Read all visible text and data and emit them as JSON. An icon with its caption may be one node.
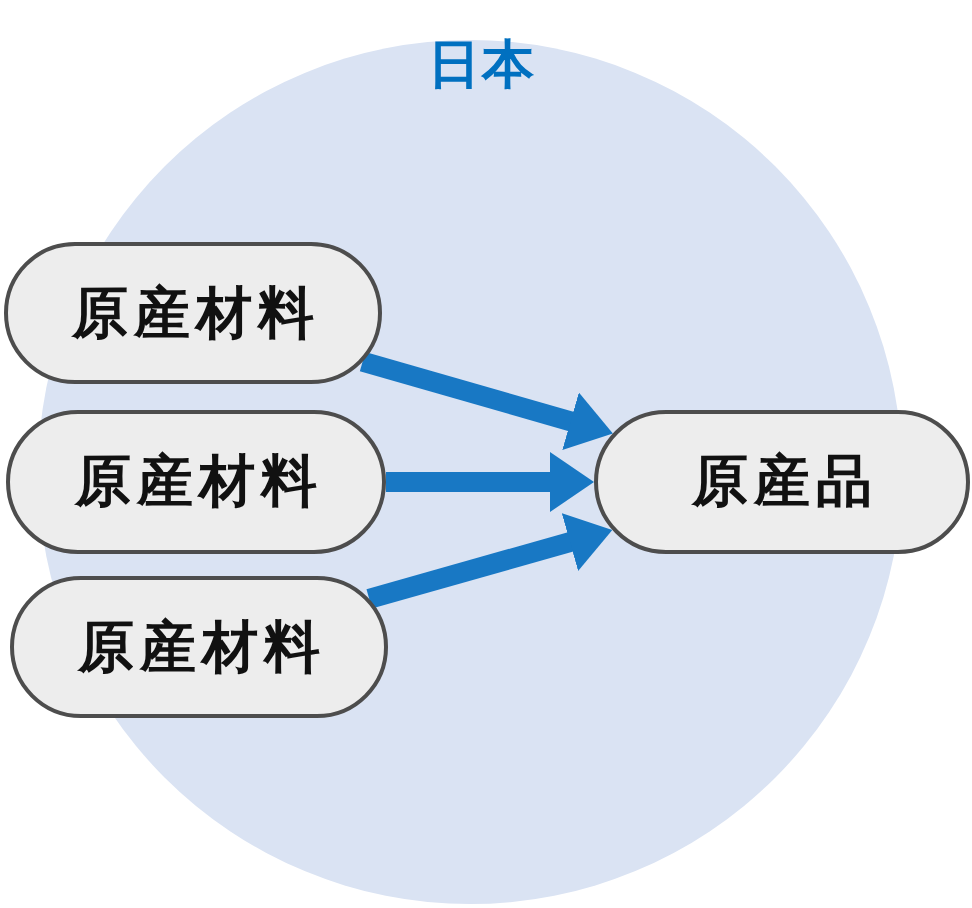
{
  "diagram": {
    "nodes": [
      {
        "text": [
          "原産材料"
        ]
      },
      {
        "text": [
          "原産材料"
        ]
      },
      {
        "text": [
          "原産材料"
        ]
      },
      {
        "text": [
          "原産品"
        ]
      }
    ],
    "edges": [
      {
        "from": 0,
        "to": 3,
        "arrow": "to"
      },
      {
        "from": 1,
        "to": 3,
        "arrow": "to"
      },
      {
        "from": 2,
        "to": 3,
        "arrow": "to"
      }
    ],
    "labels": [
      "日本"
    ]
  }
}
